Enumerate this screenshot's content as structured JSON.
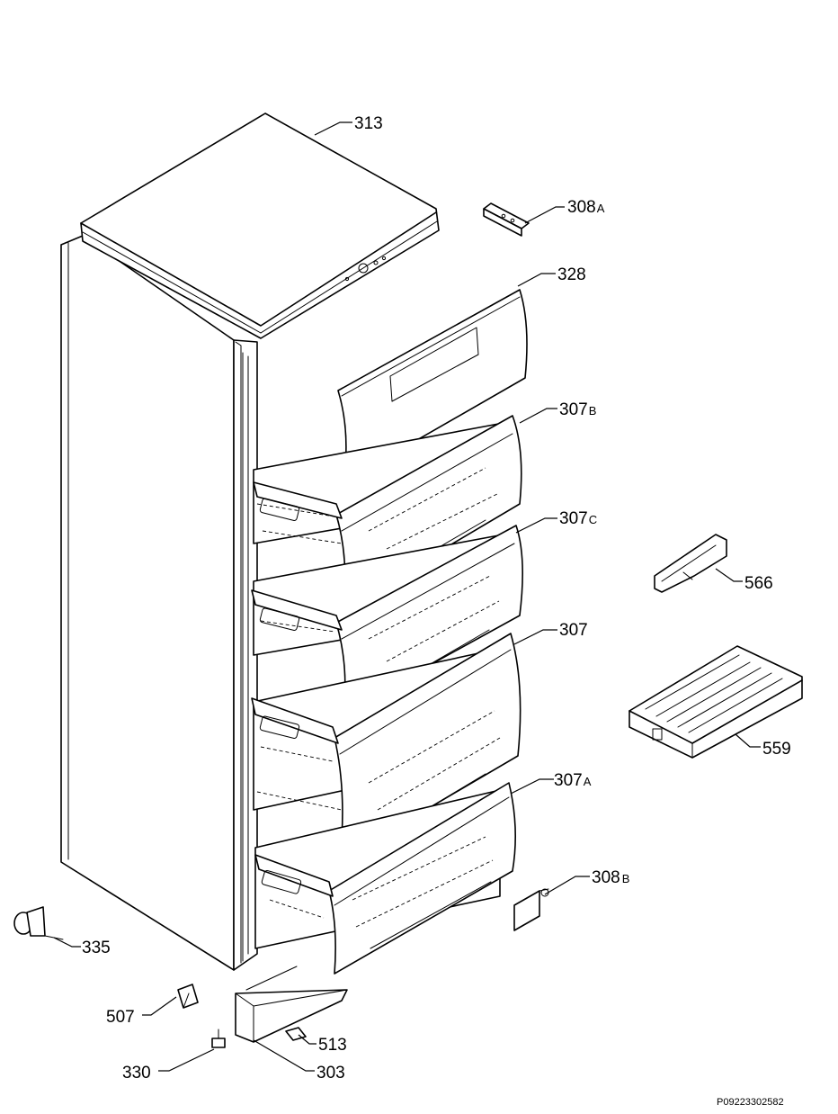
{
  "diagram": {
    "labels": {
      "p313": {
        "main": "313",
        "suffix": ""
      },
      "p308a": {
        "main": "308",
        "suffix": "A"
      },
      "p328": {
        "main": "328",
        "suffix": ""
      },
      "p307b": {
        "main": "307",
        "suffix": "B"
      },
      "p307c": {
        "main": "307",
        "suffix": "C"
      },
      "p566": {
        "main": "566",
        "suffix": ""
      },
      "p307": {
        "main": "307",
        "suffix": ""
      },
      "p559": {
        "main": "559",
        "suffix": ""
      },
      "p307a": {
        "main": "307",
        "suffix": "A"
      },
      "p308b": {
        "main": "308",
        "suffix": "B"
      },
      "p335": {
        "main": "335",
        "suffix": ""
      },
      "p507": {
        "main": "507",
        "suffix": ""
      },
      "p513": {
        "main": "513",
        "suffix": ""
      },
      "p330": {
        "main": "330",
        "suffix": ""
      },
      "p303": {
        "main": "303",
        "suffix": ""
      }
    },
    "drawing_code": "P09223302582"
  }
}
